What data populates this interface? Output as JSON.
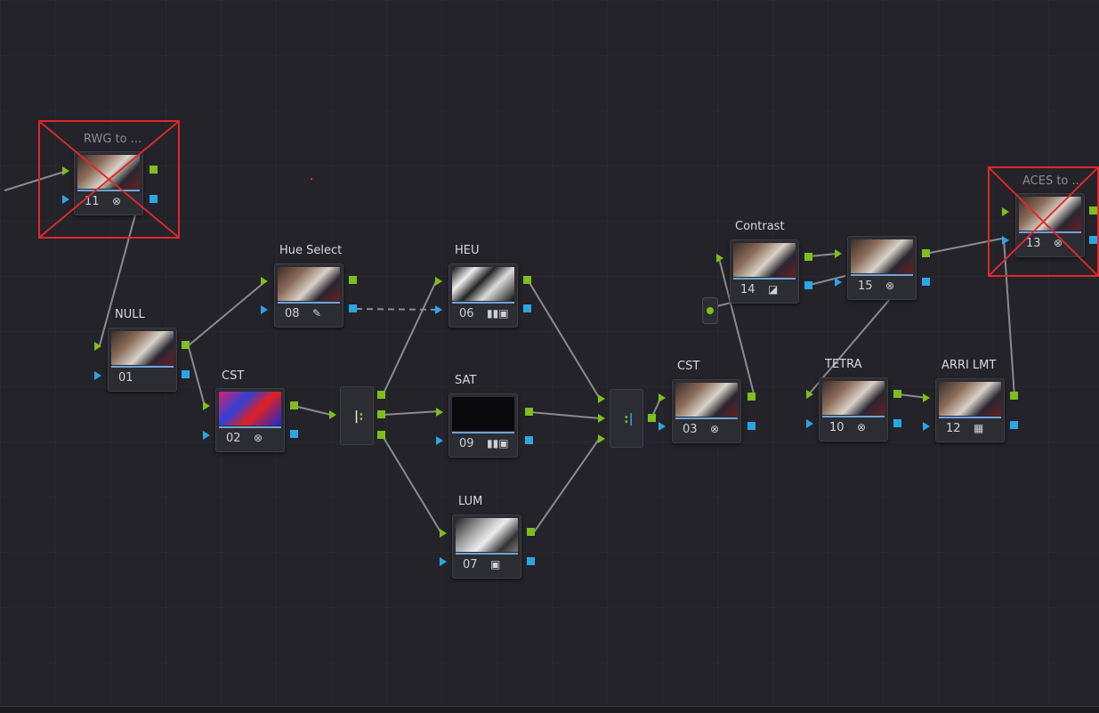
{
  "app": "Node Graph",
  "nodes": [
    {
      "id": "n11",
      "label": "RWG to ...",
      "number": "11",
      "icon": "fx-icon",
      "icon_glyph": "⊗",
      "disabled": true
    },
    {
      "id": "n01",
      "label": "NULL",
      "number": "01",
      "icon": "",
      "icon_glyph": ""
    },
    {
      "id": "n08",
      "label": "Hue Select",
      "number": "08",
      "icon": "eyedropper-icon",
      "icon_glyph": "✎"
    },
    {
      "id": "n02",
      "label": "CST",
      "number": "02",
      "icon": "fx-icon",
      "icon_glyph": "⊗"
    },
    {
      "id": "n06",
      "label": "HEU",
      "number": "06",
      "icon": "channels-icon",
      "icon_glyph": "▮▮▣"
    },
    {
      "id": "n09",
      "label": "SAT",
      "number": "09",
      "icon": "channels-icon",
      "icon_glyph": "▮▮▣"
    },
    {
      "id": "n07",
      "label": "LUM",
      "number": "07",
      "icon": "key-icon",
      "icon_glyph": "▣"
    },
    {
      "id": "n03",
      "label": "CST",
      "number": "03",
      "icon": "fx-icon",
      "icon_glyph": "⊗"
    },
    {
      "id": "n14",
      "label": "Contrast",
      "number": "14",
      "icon": "curve-icon",
      "icon_glyph": "◪"
    },
    {
      "id": "n15",
      "label": "",
      "number": "15",
      "icon": "fx-icon",
      "icon_glyph": "⊗"
    },
    {
      "id": "n13",
      "label": "ACES to ...",
      "number": "13",
      "icon": "fx-icon",
      "icon_glyph": "⊗",
      "disabled": true
    },
    {
      "id": "n10",
      "label": "TETRA",
      "number": "10",
      "icon": "fx-icon",
      "icon_glyph": "⊗"
    },
    {
      "id": "n12",
      "label": "ARRI LMT",
      "number": "12",
      "icon": "lut-icon",
      "icon_glyph": "▦"
    }
  ],
  "colors": {
    "rgb_pin": "#7fbe1e",
    "alpha_pin": "#2aa6e6",
    "disabled_cross": "#e0282a",
    "link": "#8a8a90"
  }
}
